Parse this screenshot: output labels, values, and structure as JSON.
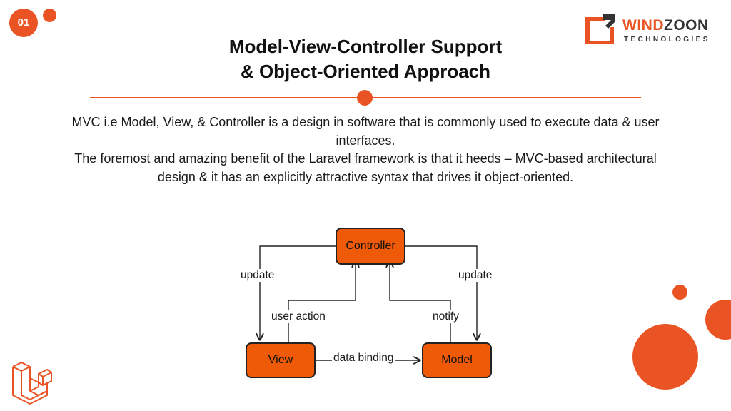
{
  "slide": {
    "number": "01",
    "title_line1": "Model-View-Controller Support",
    "title_line2": "& Object-Oriented Approach",
    "paragraph1": "MVC i.e Model, View, & Controller is a design in software that is commonly used to execute data & user interfaces.",
    "paragraph2": "The foremost and amazing benefit of the Laravel framework is that it heeds – MVC-based architectural design & it has an explicitly attractive syntax that drives it object-oriented."
  },
  "logo": {
    "word_accent": "W",
    "word_rest_orange": "IND",
    "word_rest": "ZOON",
    "subtitle": "TECHNOLOGIES"
  },
  "diagram": {
    "controller": "Controller",
    "view": "View",
    "model": "Model",
    "update_left": "update",
    "update_right": "update",
    "user_action": "user action",
    "notify": "notify",
    "data_binding": "data binding"
  },
  "colors": {
    "accent": "#ea5424",
    "box_fill": "#ee5a08"
  }
}
